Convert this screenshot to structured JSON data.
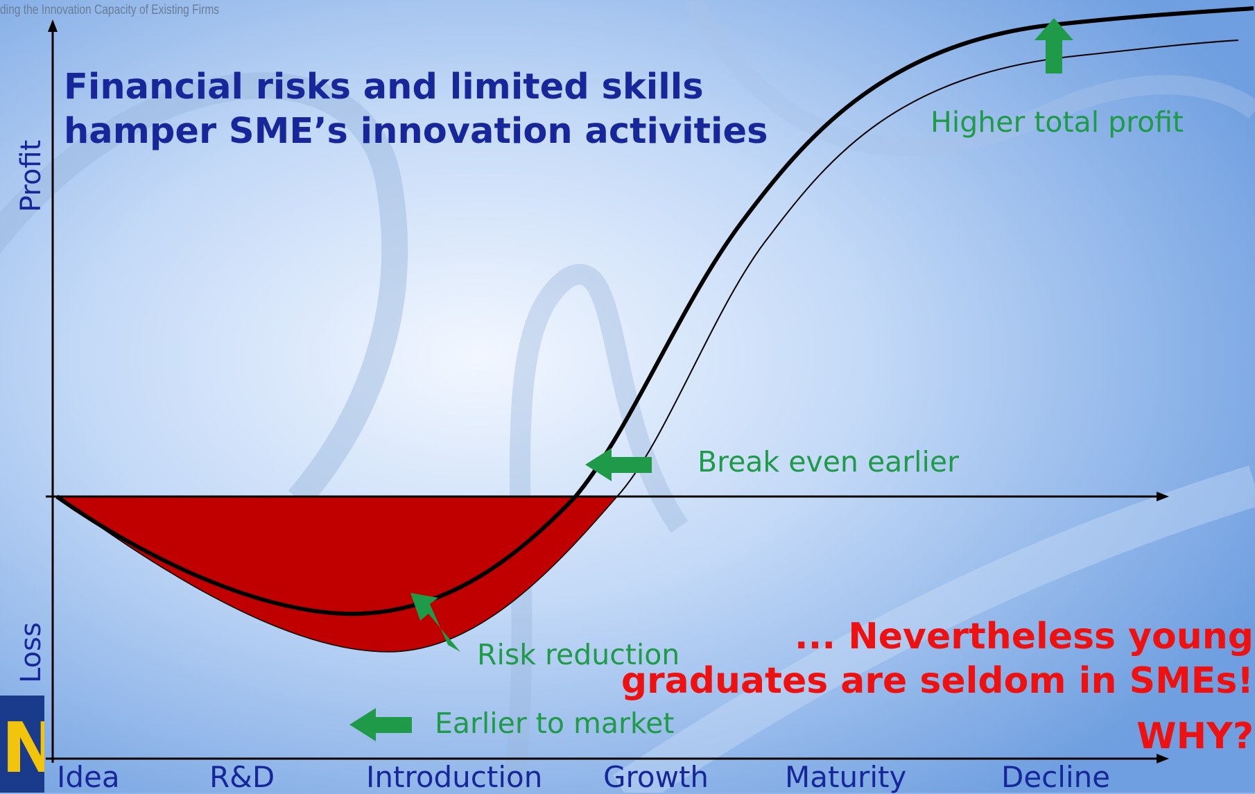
{
  "header_caption": "ding the Innovation Capacity of Existing Firms",
  "title": {
    "line1": "Financial risks and limited skills",
    "line2": "hamper SME’s innovation activities"
  },
  "axis": {
    "y_top_label": "Profit",
    "y_bottom_label": "Loss"
  },
  "stages": [
    "Idea",
    "R&D",
    "Introduction",
    "Growth",
    "Maturity",
    "Decline"
  ],
  "annotations": {
    "higher_total_profit": "Higher total profit",
    "break_even_earlier": "Break even earlier",
    "risk_reduction": "Risk reduction",
    "earlier_to_market": "Earlier to market"
  },
  "conclusion": {
    "line1": "... Nevertheless young",
    "line2": "graduates are seldom in SMEs!",
    "line3": "WHY?"
  },
  "logo": {
    "glyph": "N",
    "icon": "logo-icon"
  },
  "colors": {
    "title": "#17279a",
    "annotation_green": "#1f9a48",
    "conclusion_red": "#ee1111",
    "loss_area": "#c00000",
    "arrow_green": "#1f9a48",
    "background": "#8fb4e8"
  }
}
